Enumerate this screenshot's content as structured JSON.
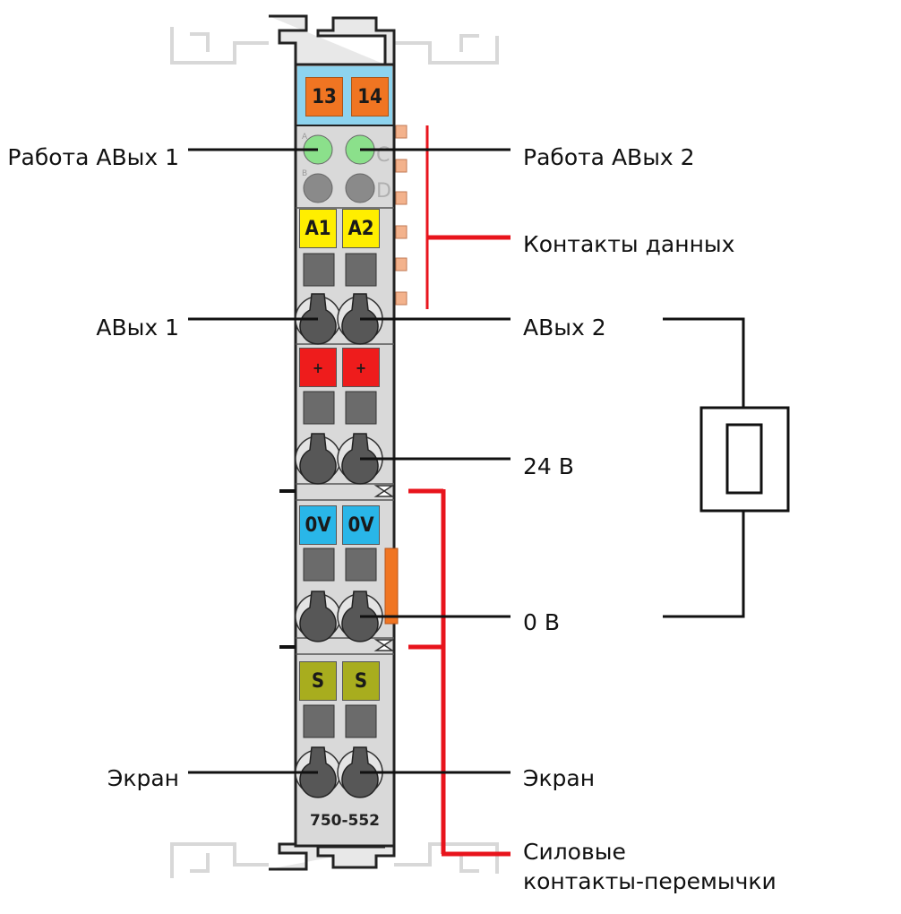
{
  "module": {
    "model": "750-552",
    "top_markers": [
      "13",
      "14"
    ],
    "led_letters": [
      "A",
      "B",
      "C",
      "D"
    ],
    "rows": [
      {
        "left": "A1",
        "right": "A2",
        "color": "#ffee00"
      },
      {
        "left": "+",
        "right": "+",
        "color": "#ee1c1c"
      },
      {
        "left": "0V",
        "right": "0V",
        "color": "#29b6e8"
      },
      {
        "left": "S",
        "right": "S",
        "color": "#a8ad1e"
      }
    ],
    "colors": {
      "top_marker": "#f07522",
      "top_band": "#8dd3ee",
      "led_on": "#8be08b",
      "led_off": "#8a8a8a",
      "body": "#d9d9d9",
      "red_line": "#e8141c",
      "power_contact": "#f07522"
    }
  },
  "labels": {
    "run_aout1": "Работа АВых 1",
    "run_aout2": "Работа АВых 2",
    "data_contacts": "Контакты данных",
    "aout1": "АВых 1",
    "aout2": "АВых 2",
    "v24": "24 В",
    "v0": "0 В",
    "shield_left": "Экран",
    "shield_right": "Экран",
    "power_jumpers_line1": "Силовые",
    "power_jumpers_line2": "контакты-перемычки"
  }
}
